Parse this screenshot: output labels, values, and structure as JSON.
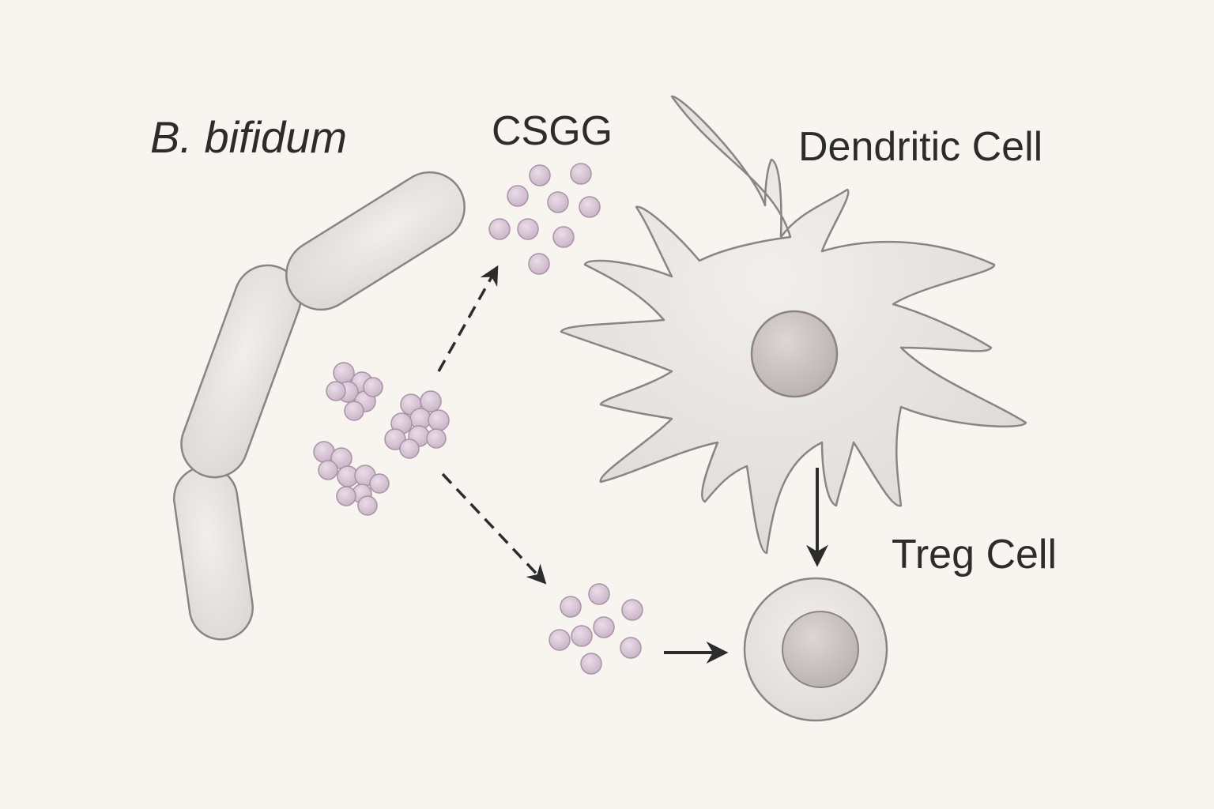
{
  "labels": {
    "bacterium": "B. bifidum",
    "molecule": "CSGG",
    "dendritic_cell": "Dendritic Cell",
    "treg_cell": "Treg Cell"
  },
  "colors": {
    "background": "#f8f4ef",
    "cell_fill": "#e9e6e4",
    "cell_stroke": "#8c8484",
    "nucleus": "#cfc9c7",
    "particle_fill": "#d9c6d6",
    "particle_stroke": "#a894a6",
    "arrow": "#2c2c2c",
    "text": "#2c2c2c"
  },
  "icons": {
    "bacterium": "rod-bacterium-chain-icon",
    "particles": "polysaccharide-particle-icon",
    "dendritic_cell": "dendritic-cell-icon",
    "treg_cell": "t-cell-icon",
    "arrows": "arrow-icon"
  }
}
